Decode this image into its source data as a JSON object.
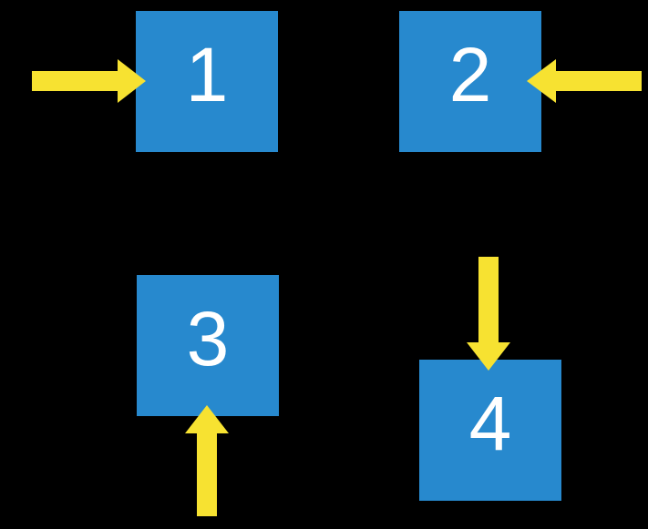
{
  "diagram": {
    "title": "",
    "background_color": "#000000",
    "colors": {
      "box_fill": "#2789CE",
      "arrow_fill": "#F7E231",
      "label_color": "#FFFFFF"
    },
    "boxes": [
      {
        "label": "1",
        "arrow_direction": "right",
        "arrow_side": "left"
      },
      {
        "label": "2",
        "arrow_direction": "left",
        "arrow_side": "right"
      },
      {
        "label": "3",
        "arrow_direction": "up",
        "arrow_side": "bottom"
      },
      {
        "label": "4",
        "arrow_direction": "down",
        "arrow_side": "top"
      }
    ],
    "icons": [
      "arrow-right-icon",
      "arrow-left-icon",
      "arrow-up-icon",
      "arrow-down-icon"
    ]
  }
}
